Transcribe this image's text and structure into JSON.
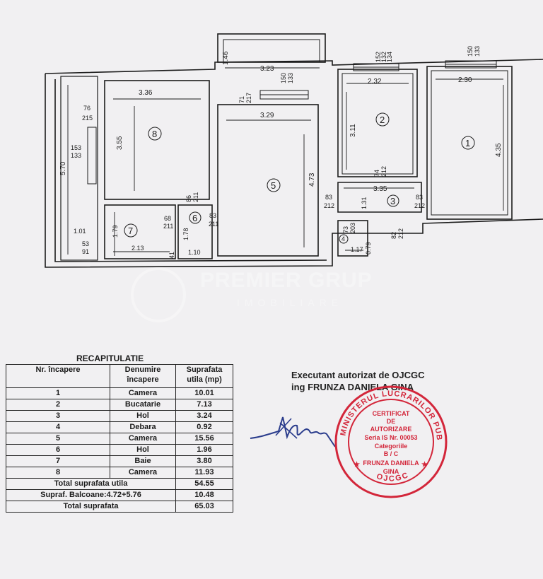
{
  "plan": {
    "dims": {
      "balcony_top_depth": "1.46",
      "balcony_top_width": "3.23",
      "door_bal_w": "150",
      "door_bal_h": "133",
      "door_71": "71",
      "door_217": "217",
      "r8_width": "3.36",
      "r8_height": "3.55",
      "r8_door_w": "76",
      "r8_door_h": "215",
      "left_bal_height": "5.70",
      "left_bal_win_w": "153",
      "left_bal_win_h": "133",
      "left_bal_small": "1.01",
      "left_door_w": "53",
      "left_door_h": "91",
      "r5_width": "3.29",
      "r5_height": "4.73",
      "r2_width": "2.32",
      "r2_height": "3.11",
      "r2_win_w": "152",
      "r2_win_h1": "132",
      "r2_win_h2": "134",
      "r1_width": "2.30",
      "r1_height": "4.35",
      "r1_win_w": "150",
      "r1_win_h": "133",
      "r2_door_w": "74",
      "r2_door_h": "212",
      "r3_width": "3.35",
      "r3_left_door_w": "83",
      "r3_left_door_h": "212",
      "r3_right_door_w": "83",
      "r3_right_door_h": "212",
      "r3_height": "1.31",
      "r4_door_w": "73",
      "r4_door_h": "203",
      "r4_width": "1.17",
      "r4_height": "0.79",
      "entry_door_w": "82",
      "entry_door_h": "212",
      "r7_height": "1.79",
      "r7_width": "2.13",
      "r7_door_w": "68",
      "r7_door_h": "211",
      "r6_height": "1.78",
      "r6_width": "1.10",
      "r6_door_a_w": "86",
      "r6_door_a_h": "211",
      "r6_door_b_w": "83",
      "r6_door_b_h": "211",
      "small_41": "41"
    },
    "rooms": {
      "r1": "1",
      "r2": "2",
      "r3": "3",
      "r4": "4",
      "r5": "5",
      "r6": "6",
      "r7": "7",
      "r8": "8"
    }
  },
  "watermark": {
    "name": "PREMIER GRUP",
    "sub": "IMOBILIARE"
  },
  "recap": {
    "title": "RECAPITULATIE",
    "headers": [
      "Nr. încapere",
      "Denumire încapere",
      "Suprafata utila (mp)"
    ],
    "rows": [
      {
        "nr": "1",
        "name": "Camera",
        "area": "10.01"
      },
      {
        "nr": "2",
        "name": "Bucatarie",
        "area": "7.13"
      },
      {
        "nr": "3",
        "name": "Hol",
        "area": "3.24"
      },
      {
        "nr": "4",
        "name": "Debara",
        "area": "0.92"
      },
      {
        "nr": "5",
        "name": "Camera",
        "area": "15.56"
      },
      {
        "nr": "6",
        "name": "Hol",
        "area": "1.96"
      },
      {
        "nr": "7",
        "name": "Baie",
        "area": "3.80"
      },
      {
        "nr": "8",
        "name": "Camera",
        "area": "11.93"
      }
    ],
    "totals": [
      {
        "label": "Total suprafata utila",
        "value": "54.55"
      },
      {
        "label": "Supraf. Balcoane:4.72+5.76",
        "value": "10.48"
      },
      {
        "label": "Total suprafata",
        "value": "65.03"
      }
    ]
  },
  "executant": {
    "line1": "Executant autorizat de OJCGC",
    "line2": "ing FRUNZA DANIELA GINA"
  },
  "stamp": {
    "ring_top": "MINISTERUL LUCRARILOR PUBLICE",
    "ring_bottom": "OJCGC",
    "line1": "CERTIFICAT",
    "line2": "DE",
    "line3": "AUTORIZARE",
    "line4": "Seria IS Nr. 00053",
    "line5": "Categoriile",
    "line6": "B / C",
    "line7": "FRUNZA DANIELA",
    "line8": "GINA",
    "color": "#d3263a"
  },
  "colors": {
    "paper": "#f1f0f2",
    "ink": "#1c1c1c",
    "stamp": "#d3263a",
    "signature": "#2a3c8c"
  }
}
